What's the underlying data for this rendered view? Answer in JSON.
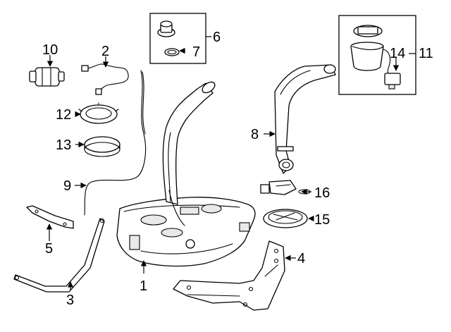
{
  "callouts": {
    "c1": "1",
    "c2": "2",
    "c3": "3",
    "c4": "4",
    "c5": "5",
    "c6": "6",
    "c7": "7",
    "c8": "8",
    "c9": "9",
    "c10": "10",
    "c11": "11",
    "c12": "12",
    "c13": "13",
    "c14": "14",
    "c15": "15",
    "c16": "16"
  },
  "icons": {
    "fuel_tank": "fuel-tank-icon",
    "fuel_pump": "fuel-pump-icon",
    "filler_neck": "filler-neck-icon"
  }
}
